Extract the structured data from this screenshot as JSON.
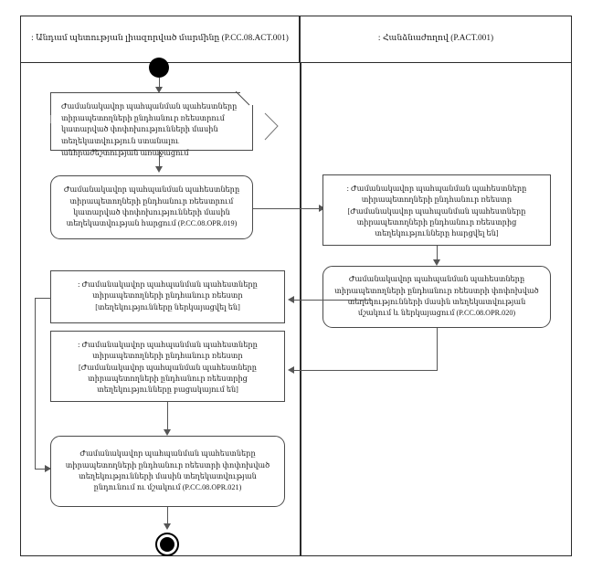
{
  "diagram": {
    "type": "uml-activity-diagram",
    "lanes": [
      {
        "id": "lane-left",
        "title": ": Անդամ պետության լիազորված մարմինը (P.CC.08.ACT.001)"
      },
      {
        "id": "lane-right",
        "title": ": Հանձնաժողով (P.ACT.001)"
      }
    ]
  },
  "nodes": {
    "start_label": "initial-node",
    "end_label": "final-node",
    "note": "Ժամանակավոր պահպանման պահեստները տիրապետողների ընդհանուր ռեեստրում կատարված փոփոխությունների մասին տեղեկատվություն ստանալու անհրաժեշտության առաջացում",
    "action_request": "Ժամանակավոր պահպանման պահեստները տիրապետողների ընդհանուր ռեեստրում կատարված փոփոխությունների մասին տեղեկատվության հարցում (P.CC.08.OPR.019)",
    "object_requested": ": Ժամանակավոր պահպանման պահեստները տիրապետողների ընդհանուր ռեեստր [Ժամանակավոր պահպանման պահեստները տիրապետողների ընդհանուր ռեեստրից տեղեկությունները հարցվել են]",
    "action_process": "Ժամանակավոր պահպանման պահեստները տիրապետողների ընդհանուր ռեեստրի փոփոխված տեղեկությունների մասին տեղեկատվության մշակում և ներկայացում (P.CC.08.OPR.020)",
    "object_submitted": ": Ժամանակավոր պահպանման պահեստները տիրապետողների ընդհանուր ռեեստր [տեղեկությունները ներկայացվել են]",
    "object_absent": ": Ժամանակավոր պահպանման պահեստները տիրապետողների ընդհանուր ռեեստր [Ժամանակավոր պահպանման պահեստները տիրապետողների ընդհանուր ռեեստրից տեղեկությունները բացակայում են]",
    "action_receive": "Ժամանակավոր պահպանման պահեստները տիրապետողների ընդհանուր ռեեստրի փոփոխված տեղեկությունների մասին տեղեկատվության ընդունում ու մշակում (P.CC.08.OPR.021)"
  },
  "colors": {
    "frame": "#2b2b2b",
    "node_border": "#4a4a4a",
    "connector": "#555555",
    "background": "#ffffff"
  }
}
